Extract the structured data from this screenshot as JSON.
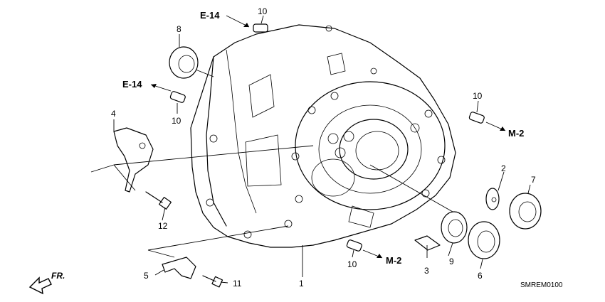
{
  "callouts": {
    "c1": "1",
    "c2": "2",
    "c3": "3",
    "c4": "4",
    "c5": "5",
    "c6": "6",
    "c7": "7",
    "c8": "8",
    "c9": "9",
    "c10a": "10",
    "c10b": "10",
    "c10c": "10",
    "c10d": "10",
    "c11": "11",
    "c12": "12"
  },
  "refs": {
    "e14_top": "E-14",
    "e14_left": "E-14",
    "m2_right": "M-2",
    "m2_bottom": "M-2"
  },
  "front_label": "FR.",
  "diagram_code": "SMREM0100"
}
